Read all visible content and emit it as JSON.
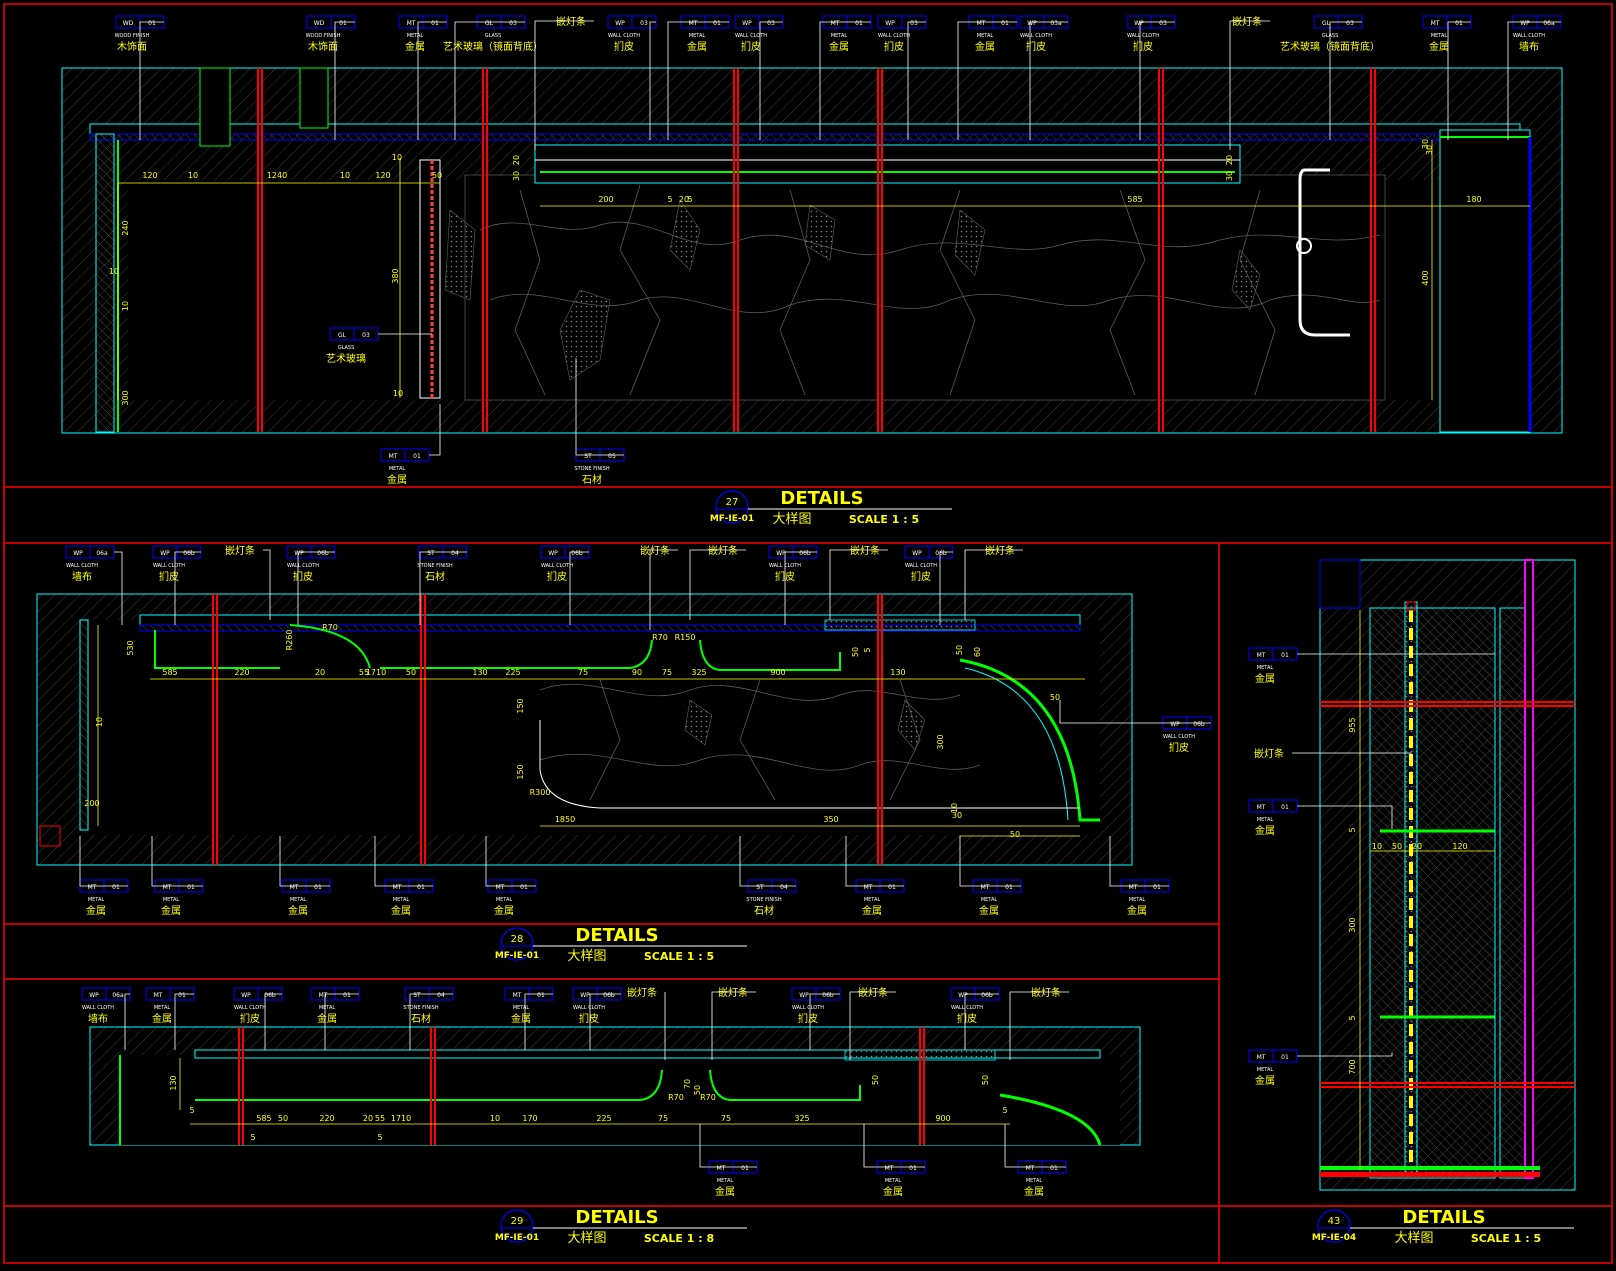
{
  "colors": {
    "background": "#000000",
    "frame": "#ff0000",
    "text": "#ffff00",
    "cyan": "#00ffff",
    "green": "#00ff00",
    "white": "#ffffff",
    "blue": "#0000ff",
    "magenta": "#ff00ff"
  },
  "detail27": {
    "tags": [
      {
        "code": "WD",
        "num": "01",
        "en": "WOOD FINISH",
        "cn": "木饰面"
      },
      {
        "code": "WD",
        "num": "01",
        "en": "WOOD FINISH",
        "cn": "木饰面"
      },
      {
        "code": "MT",
        "num": "01",
        "en": "METAL",
        "cn": "金属"
      },
      {
        "code": "GL",
        "num": "03",
        "en": "GLASS",
        "cn": "艺术玻璃（镜面背底）"
      },
      {
        "code": "WP",
        "num": "03",
        "en": "WALL CLOTH",
        "cn": "扪皮"
      },
      {
        "code": "MT",
        "num": "01",
        "en": "METAL",
        "cn": "金属"
      },
      {
        "code": "WP",
        "num": "03",
        "en": "WALL CLOTH",
        "cn": "扪皮"
      },
      {
        "code": "MT",
        "num": "01",
        "en": "METAL",
        "cn": "金属"
      },
      {
        "code": "WP",
        "num": "03",
        "en": "WALL CLOTH",
        "cn": "扪皮"
      },
      {
        "code": "MT",
        "num": "01",
        "en": "METAL",
        "cn": "金属"
      },
      {
        "code": "WP",
        "num": "03a",
        "en": "WALL CLOTH",
        "cn": "扪皮"
      },
      {
        "code": "WP",
        "num": "03",
        "en": "WALL CLOTH",
        "cn": "扪皮"
      },
      {
        "code": "GL",
        "num": "03",
        "en": "GLASS",
        "cn": "艺术玻璃（镜面背底）"
      },
      {
        "code": "MT",
        "num": "01",
        "en": "METAL",
        "cn": "金属"
      },
      {
        "code": "WP",
        "num": "06a",
        "en": "WALL CLOTH",
        "cn": "墙布"
      }
    ],
    "light_strip_labels": [
      "嵌灯条",
      "嵌灯条"
    ],
    "glass_tag": {
      "code": "GL",
      "num": "03",
      "en": "GLASS",
      "cn": "艺术玻璃"
    },
    "bottom_tags": [
      {
        "code": "MT",
        "num": "01",
        "en": "METAL",
        "cn": "金属"
      },
      {
        "code": "ST",
        "num": "05",
        "en": "STONE FINISH",
        "cn": "石材"
      }
    ],
    "dims": [
      "120",
      "10",
      "1240",
      "10",
      "120",
      "50",
      "10",
      "200",
      "5",
      "20",
      "5",
      "585",
      "180",
      "30",
      "20",
      "30",
      "20",
      "30",
      "20",
      "240",
      "10",
      "10",
      "300",
      "380",
      "10",
      "400",
      "30"
    ],
    "title": {
      "num": "27",
      "ref": "MF-IE-01",
      "heading": "DETAILS",
      "cn": "大样图",
      "scale": "SCALE 1 : 5"
    }
  },
  "detail28": {
    "tags": [
      {
        "code": "WP",
        "num": "06a",
        "en": "WALL CLOTH",
        "cn": "墙布"
      },
      {
        "code": "WP",
        "num": "06b",
        "en": "WALL CLOTH",
        "cn": "扪皮"
      },
      {
        "code": "WP",
        "num": "06b",
        "en": "WALL CLOTH",
        "cn": "扪皮"
      },
      {
        "code": "ST",
        "num": "04",
        "en": "STONE FINISH",
        "cn": "石材"
      },
      {
        "code": "WP",
        "num": "06b",
        "en": "WALL CLOTH",
        "cn": "扪皮"
      },
      {
        "code": "WP",
        "num": "06b",
        "en": "WALL CLOTH",
        "cn": "扪皮"
      },
      {
        "code": "WP",
        "num": "06b",
        "en": "WALL CLOTH",
        "cn": "扪皮"
      }
    ],
    "light_strip_labels": [
      "嵌灯条",
      "嵌灯条",
      "嵌灯条",
      "嵌灯条",
      "嵌灯条"
    ],
    "right_tag": {
      "code": "WP",
      "num": "06b",
      "en": "WALL CLOTH",
      "cn": "扪皮"
    },
    "bottom_tags": [
      {
        "code": "MT",
        "num": "01",
        "en": "METAL",
        "cn": "金属"
      },
      {
        "code": "MT",
        "num": "01",
        "en": "METAL",
        "cn": "金属"
      },
      {
        "code": "MT",
        "num": "01",
        "en": "METAL",
        "cn": "金属"
      },
      {
        "code": "MT",
        "num": "01",
        "en": "METAL",
        "cn": "金属"
      },
      {
        "code": "MT",
        "num": "01",
        "en": "METAL",
        "cn": "金属"
      },
      {
        "code": "ST",
        "num": "04",
        "en": "STONE FINISH",
        "cn": "石材"
      },
      {
        "code": "MT",
        "num": "01",
        "en": "METAL",
        "cn": "金属"
      },
      {
        "code": "MT",
        "num": "01",
        "en": "METAL",
        "cn": "金属"
      },
      {
        "code": "MT",
        "num": "01",
        "en": "METAL",
        "cn": "金属"
      }
    ],
    "dims": [
      "585",
      "220",
      "20",
      "55",
      "1710",
      "50",
      "130",
      "225",
      "75",
      "90",
      "75",
      "325",
      "900",
      "130",
      "530",
      "10",
      "200",
      "150",
      "150",
      "1850",
      "350",
      "300",
      "50",
      "50",
      "60",
      "R260",
      "R70",
      "R70",
      "R150",
      "R300",
      "50",
      "50",
      "5",
      "30",
      "10"
    ],
    "title": {
      "num": "28",
      "ref": "MF-IE-01",
      "heading": "DETAILS",
      "cn": "大样图",
      "scale": "SCALE 1 : 5"
    }
  },
  "detail29": {
    "tags": [
      {
        "code": "WP",
        "num": "06a",
        "en": "WALL CLOTH",
        "cn": "墙布"
      },
      {
        "code": "MT",
        "num": "01",
        "en": "METAL",
        "cn": "金属"
      },
      {
        "code": "WP",
        "num": "06b",
        "en": "WALL CLOTH",
        "cn": "扪皮"
      },
      {
        "code": "MT",
        "num": "01",
        "en": "METAL",
        "cn": "金属"
      },
      {
        "code": "ST",
        "num": "04",
        "en": "STONE FINISH",
        "cn": "石材"
      },
      {
        "code": "MT",
        "num": "01",
        "en": "METAL",
        "cn": "金属"
      },
      {
        "code": "WP",
        "num": "06b",
        "en": "WALL CLOTH",
        "cn": "扪皮"
      },
      {
        "code": "WP",
        "num": "06b",
        "en": "WALL CLOTH",
        "cn": "扪皮"
      },
      {
        "code": "WP",
        "num": "06b",
        "en": "WALL CLOTH",
        "cn": "扪皮"
      }
    ],
    "light_strip_labels": [
      "嵌灯条",
      "嵌灯条",
      "嵌灯条",
      "嵌灯条"
    ],
    "bottom_tags": [
      {
        "code": "MT",
        "num": "01",
        "en": "METAL",
        "cn": "金属"
      },
      {
        "code": "MT",
        "num": "01",
        "en": "METAL",
        "cn": "金属"
      },
      {
        "code": "MT",
        "num": "01",
        "en": "METAL",
        "cn": "金属"
      }
    ],
    "dims": [
      "585",
      "50",
      "220",
      "20",
      "55",
      "1710",
      "10",
      "170",
      "225",
      "75",
      "75",
      "325",
      "900",
      "5",
      "5",
      "130",
      "70",
      "50",
      "50",
      "50",
      "R70",
      "R70",
      "5",
      "5"
    ],
    "title": {
      "num": "29",
      "ref": "MF-IE-01",
      "heading": "DETAILS",
      "cn": "大样图",
      "scale": "SCALE 1 : 8"
    }
  },
  "detail43": {
    "tags": [
      {
        "code": "MT",
        "num": "01",
        "en": "METAL",
        "cn": "金属"
      },
      {
        "code": "MT",
        "num": "01",
        "en": "METAL",
        "cn": "金属"
      },
      {
        "code": "MT",
        "num": "01",
        "en": "METAL",
        "cn": "金属"
      }
    ],
    "light_strip_label": "嵌灯条",
    "dims": [
      "955",
      "5",
      "10",
      "50",
      "20",
      "120",
      "300",
      "5",
      "700"
    ],
    "title": {
      "num": "43",
      "ref": "MF-IE-04",
      "heading": "DETAILS",
      "cn": "大样图",
      "scale": "SCALE 1 : 5"
    }
  }
}
